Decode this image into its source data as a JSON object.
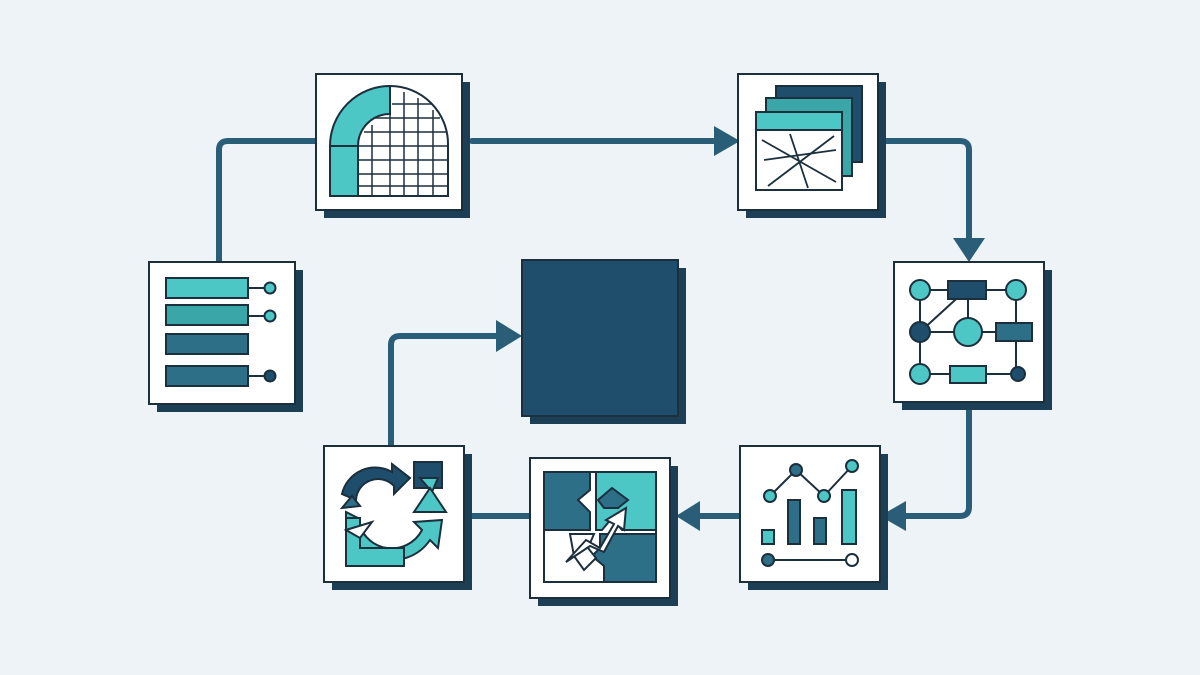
{
  "colors": {
    "background": "#eef3f8",
    "navy": "#1e4e6b",
    "teal": "#4cc7c5",
    "mid": "#2e6f88",
    "line": "#2a5e78",
    "card": "#ffffff",
    "shadow": "#1d3f56",
    "outline": "#1b2f3d"
  },
  "nodes": [
    {
      "id": "data-layers",
      "icon": "stacked-layers-icon"
    },
    {
      "id": "grid-arch",
      "icon": "arch-grid-icon"
    },
    {
      "id": "scatter-sheets",
      "icon": "stacked-sheets-lines-icon"
    },
    {
      "id": "network-graph",
      "icon": "network-graph-icon"
    },
    {
      "id": "bar-line-chart",
      "icon": "bar-line-chart-icon"
    },
    {
      "id": "puzzle-pieces",
      "icon": "puzzle-pieces-icon"
    },
    {
      "id": "cycle",
      "icon": "cycle-arrows-icon"
    },
    {
      "id": "central-block",
      "icon": "central-square"
    }
  ],
  "edges": [
    {
      "from": "data-layers",
      "to": "grid-arch"
    },
    {
      "from": "grid-arch",
      "to": "scatter-sheets"
    },
    {
      "from": "scatter-sheets",
      "to": "network-graph"
    },
    {
      "from": "network-graph",
      "to": "bar-line-chart"
    },
    {
      "from": "bar-line-chart",
      "to": "puzzle-pieces"
    },
    {
      "from": "puzzle-pieces",
      "to": "cycle"
    },
    {
      "from": "cycle",
      "to": "central-block"
    }
  ]
}
